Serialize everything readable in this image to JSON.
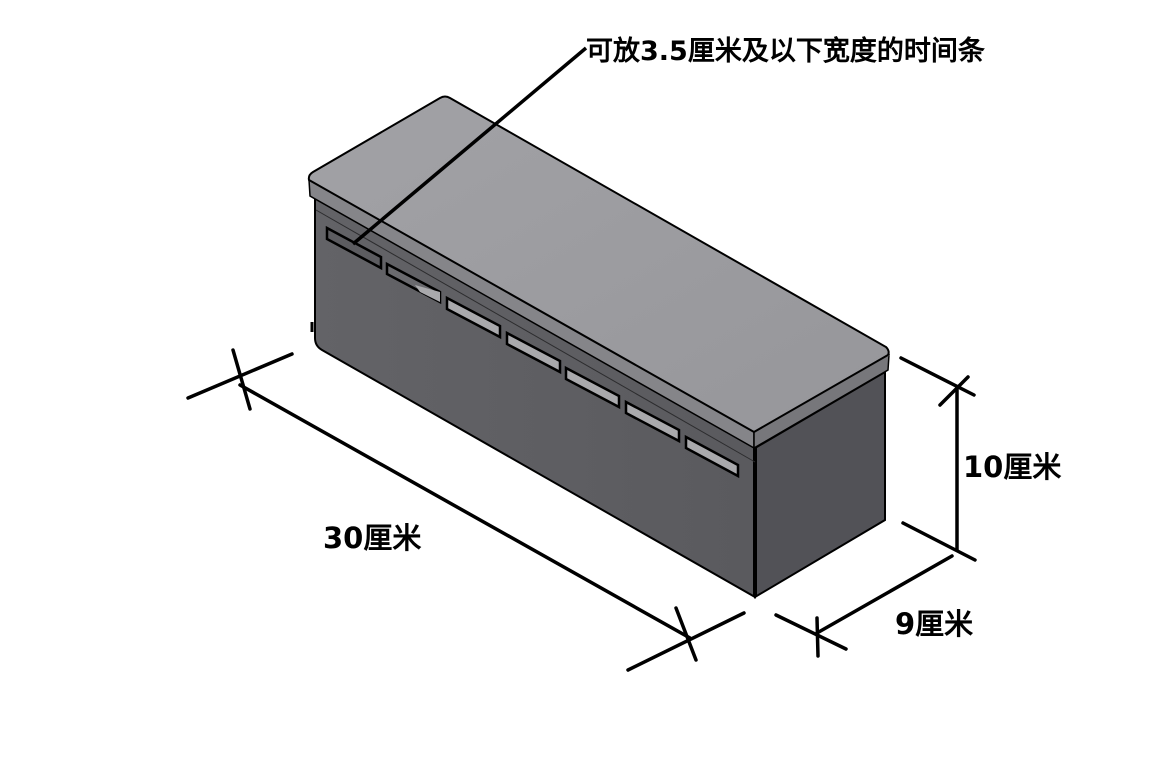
{
  "diagram": {
    "type": "isometric-dimension-drawing",
    "subject": "rectangular storage box with lid and front slots",
    "callout": {
      "text": "可放3.5厘米及以下宽度的时间条"
    },
    "dimensions": {
      "length": "30厘米",
      "height": "10厘米",
      "depth": "9厘米"
    },
    "slots": {
      "count": 7
    },
    "colors": {
      "background": "#ffffff",
      "lid_top": "#9a9a9e",
      "lid_edge": "#7c7c80",
      "front_face": "#5e5e62",
      "side_face": "#505055",
      "slot_inner": "#a9a9ac",
      "line": "#000000"
    }
  }
}
